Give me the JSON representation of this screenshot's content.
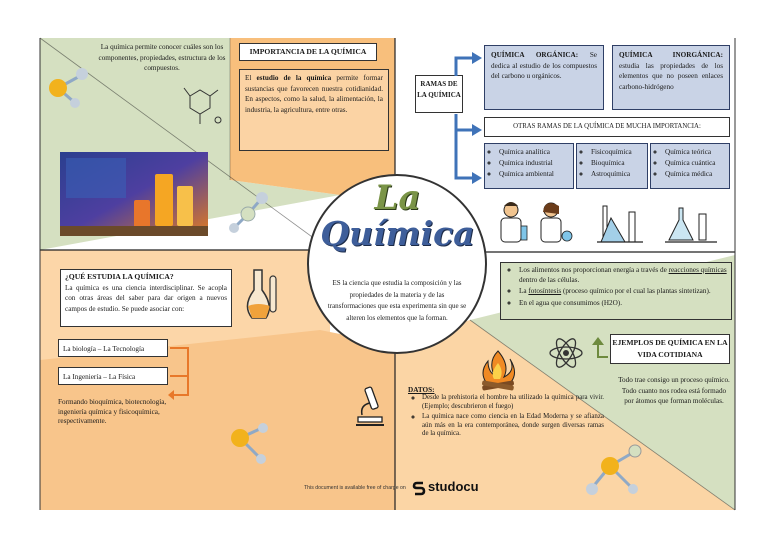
{
  "title": {
    "line1": "La",
    "line2": "Química"
  },
  "center_text": "ES la ciencia que estudia la composición y las propiedades de la materia y de las transformaciones que esta experimenta sin que se alteren los elementos que la forman.",
  "top_left": {
    "intro": "La química permite conocer cuáles son los componentes, propiedades, estructura de los compuestos."
  },
  "importancia": {
    "title": "IMPORTANCIA DE LA QUÍMICA",
    "text_prefix": "El ",
    "text_bold": "estudio de la química",
    "text_rest": " permite formar sustancias que favorecen nuestra cotidianidad. En aspectos, como la salud, la alimentación, la industria, la agricultura, entre otras."
  },
  "ramas": {
    "label": "RAMAS DE LA QUÍMICA",
    "organica": {
      "title": "QUÍMICA ORGÁNICA:",
      "text": " Se dedica al estudio de los compuestos del carbono u orgánicos."
    },
    "inorganica": {
      "title": "QUÍMICA INORGÁNICA:",
      "text": " estudia las propiedades de los elementos que no poseen enlaces carbono-hidrógeno"
    },
    "otras_title": "OTRAS RAMAS DE LA QUÍMICA DE MUCHA IMPORTANCIA:",
    "col1": [
      "Química analítica",
      "Química industrial",
      "Química ambiental"
    ],
    "col2": [
      "Fisicoquímica",
      "Bioquímica",
      "Astroquímica"
    ],
    "col3": [
      "Química teórica",
      "Química cuántica",
      "Química médica"
    ]
  },
  "que_estudia": {
    "title": "¿QUÉ ESTUDIA LA QUÍMICA?",
    "text": "La química es una ciencia interdisciplinar. Se acopla con otras áreas del saber para dar origen a nuevos campos de estudio. Se puede asociar con:",
    "link1": "La biología – La Tecnología",
    "link2": "La Ingeniería – La Física",
    "result": "Formando bioquímica, biotecnología, ingeniería química y fisicoquímica, respectivamente."
  },
  "ejemplos": {
    "list": [
      {
        "pre": "Los alimentos nos proporcionan energía a través de ",
        "u": "reacciones químicas",
        "post": " dentro de las células."
      },
      {
        "pre": "La ",
        "u": "fotosíntesis",
        "post": " (proceso químico por el cual las plantas sintetizan)."
      },
      {
        "pre": "En el agua que consumimos (H2O).",
        "u": "",
        "post": ""
      }
    ],
    "title": "EJEMPLOS DE QUÍMICA EN LA VIDA COTIDIANA",
    "text": "Todo trae consigo un proceso químico. Todo cuanto nos rodea está formado por átomos que forman moléculas."
  },
  "datos": {
    "title": "DATOS:",
    "items": [
      "Desde la prehistoria el hombre ha utilizado la química para vivir. (Ejemplo; descubrieron el fuego)",
      "La química nace como ciencia en la Edad Moderna y se afianza aún más en la era contemporánea, donde surgen diversas ramas de la química."
    ]
  },
  "footer": {
    "notice": "This document is available free of charge on",
    "brand": "studocu"
  },
  "colors": {
    "green": "#d4dfc0",
    "orange": "#f7b86d",
    "peach": "#fbd6a6",
    "blue_box": "#c9d3e6",
    "title_green": "#6e8a3e",
    "title_blue": "#3f5a8c"
  }
}
